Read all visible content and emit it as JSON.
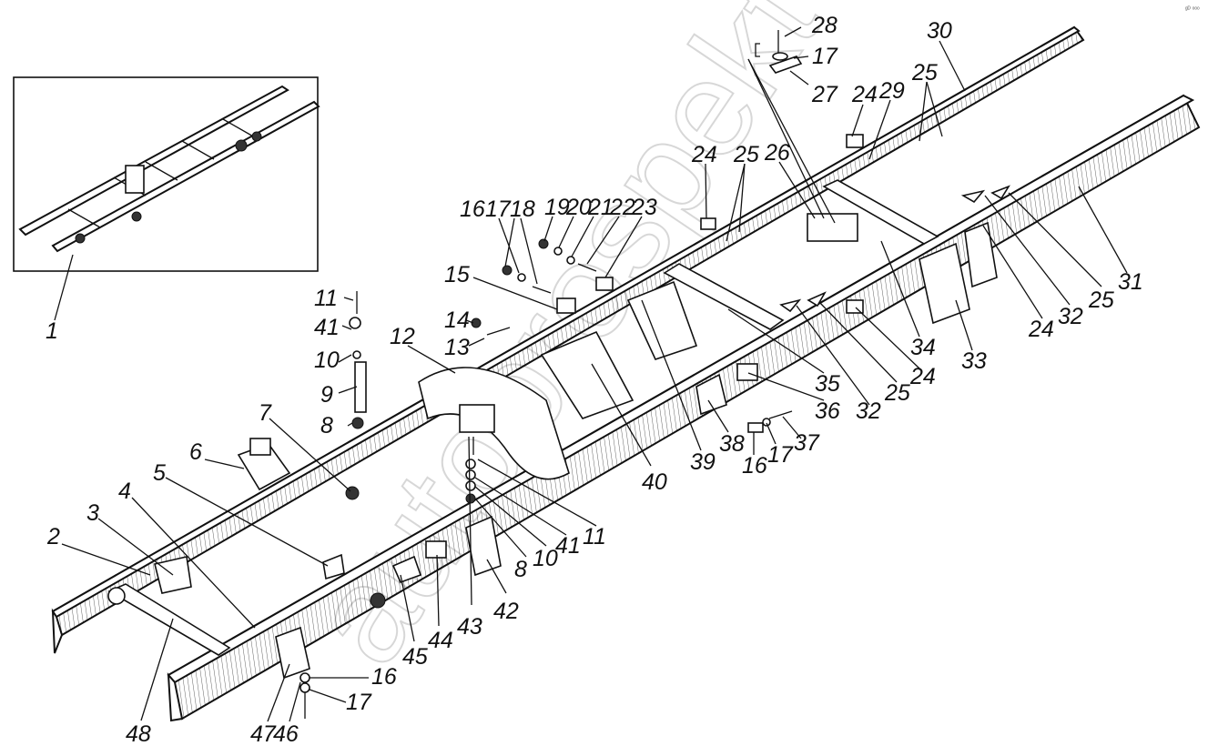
{
  "corner_mark": "ᵍᴰ ᵒᵒᵒ",
  "labels": [
    {
      "id": "1",
      "text": "1"
    },
    {
      "id": "2",
      "text": "2"
    },
    {
      "id": "3",
      "text": "3"
    },
    {
      "id": "4",
      "text": "4"
    },
    {
      "id": "5",
      "text": "5"
    },
    {
      "id": "6",
      "text": "6"
    },
    {
      "id": "7",
      "text": "7"
    },
    {
      "id": "8a",
      "text": "8"
    },
    {
      "id": "9",
      "text": "9"
    },
    {
      "id": "10a",
      "text": "10"
    },
    {
      "id": "41a",
      "text": "41"
    },
    {
      "id": "11a",
      "text": "11"
    },
    {
      "id": "12",
      "text": "12"
    },
    {
      "id": "13",
      "text": "13"
    },
    {
      "id": "14",
      "text": "14"
    },
    {
      "id": "15",
      "text": "15"
    },
    {
      "id": "16a",
      "text": "16"
    },
    {
      "id": "17a",
      "text": "17"
    },
    {
      "id": "18",
      "text": "18"
    },
    {
      "id": "19",
      "text": "19"
    },
    {
      "id": "20",
      "text": "20"
    },
    {
      "id": "21",
      "text": "21"
    },
    {
      "id": "22",
      "text": "22"
    },
    {
      "id": "23",
      "text": "23"
    },
    {
      "id": "24a",
      "text": "24"
    },
    {
      "id": "25a",
      "text": "25"
    },
    {
      "id": "26",
      "text": "26"
    },
    {
      "id": "24b",
      "text": "24"
    },
    {
      "id": "28",
      "text": "28"
    },
    {
      "id": "17b",
      "text": "17"
    },
    {
      "id": "27",
      "text": "27"
    },
    {
      "id": "29",
      "text": "29"
    },
    {
      "id": "30",
      "text": "30"
    },
    {
      "id": "25b",
      "text": "25"
    },
    {
      "id": "31",
      "text": "31"
    },
    {
      "id": "25c",
      "text": "25"
    },
    {
      "id": "32a",
      "text": "32"
    },
    {
      "id": "24c",
      "text": "24"
    },
    {
      "id": "33",
      "text": "33"
    },
    {
      "id": "34",
      "text": "34"
    },
    {
      "id": "24d",
      "text": "24"
    },
    {
      "id": "25d",
      "text": "25"
    },
    {
      "id": "32b",
      "text": "32"
    },
    {
      "id": "35",
      "text": "35"
    },
    {
      "id": "36",
      "text": "36"
    },
    {
      "id": "37",
      "text": "37"
    },
    {
      "id": "17c",
      "text": "17"
    },
    {
      "id": "16b",
      "text": "16"
    },
    {
      "id": "38",
      "text": "38"
    },
    {
      "id": "39",
      "text": "39"
    },
    {
      "id": "40",
      "text": "40"
    },
    {
      "id": "11b",
      "text": "11"
    },
    {
      "id": "41b",
      "text": "41"
    },
    {
      "id": "10b",
      "text": "10"
    },
    {
      "id": "8b",
      "text": "8"
    },
    {
      "id": "42",
      "text": "42"
    },
    {
      "id": "43",
      "text": "43"
    },
    {
      "id": "44",
      "text": "44"
    },
    {
      "id": "45",
      "text": "45"
    },
    {
      "id": "16c",
      "text": "16"
    },
    {
      "id": "17d",
      "text": "17"
    },
    {
      "id": "46",
      "text": "46"
    },
    {
      "id": "47",
      "text": "47"
    },
    {
      "id": "48",
      "text": "48"
    }
  ],
  "colors": {
    "ink": "#111111",
    "paper": "#ffffff",
    "watermark": "#b8b8b8"
  }
}
